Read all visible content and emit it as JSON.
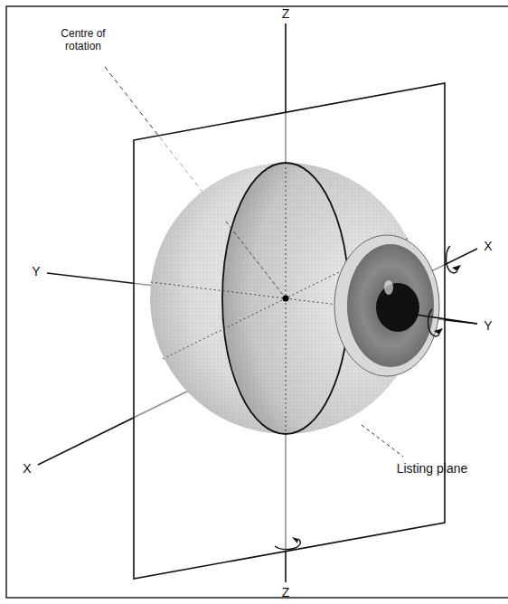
{
  "diagram": {
    "labels": [
      "Centre of rotation",
      "Z",
      "Y",
      "X",
      "X",
      "Y",
      "Listing plane",
      "Z"
    ]
  }
}
